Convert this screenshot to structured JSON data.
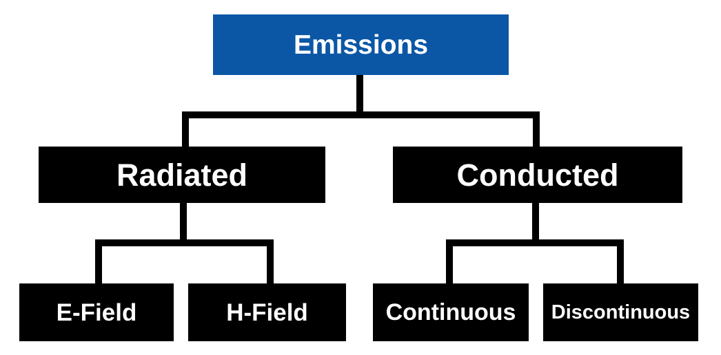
{
  "colors": {
    "root_fill": "#0B57A6",
    "node_fill": "#000000",
    "node_text": "#FFFFFF",
    "connector": "#000000",
    "background": "#FFFFFF"
  },
  "nodes": {
    "emissions": {
      "label": "Emissions"
    },
    "radiated": {
      "label": "Radiated"
    },
    "conducted": {
      "label": "Conducted"
    },
    "e_field": {
      "label": "E-Field"
    },
    "h_field": {
      "label": "H-Field"
    },
    "continuous": {
      "label": "Continuous"
    },
    "discontinuous": {
      "label": "Discontinuous"
    }
  },
  "hierarchy": [
    {
      "parent": "Emissions",
      "children": [
        "Radiated",
        "Conducted"
      ]
    },
    {
      "parent": "Radiated",
      "children": [
        "E-Field",
        "H-Field"
      ]
    },
    {
      "parent": "Conducted",
      "children": [
        "Continuous",
        "Discontinuous"
      ]
    }
  ]
}
